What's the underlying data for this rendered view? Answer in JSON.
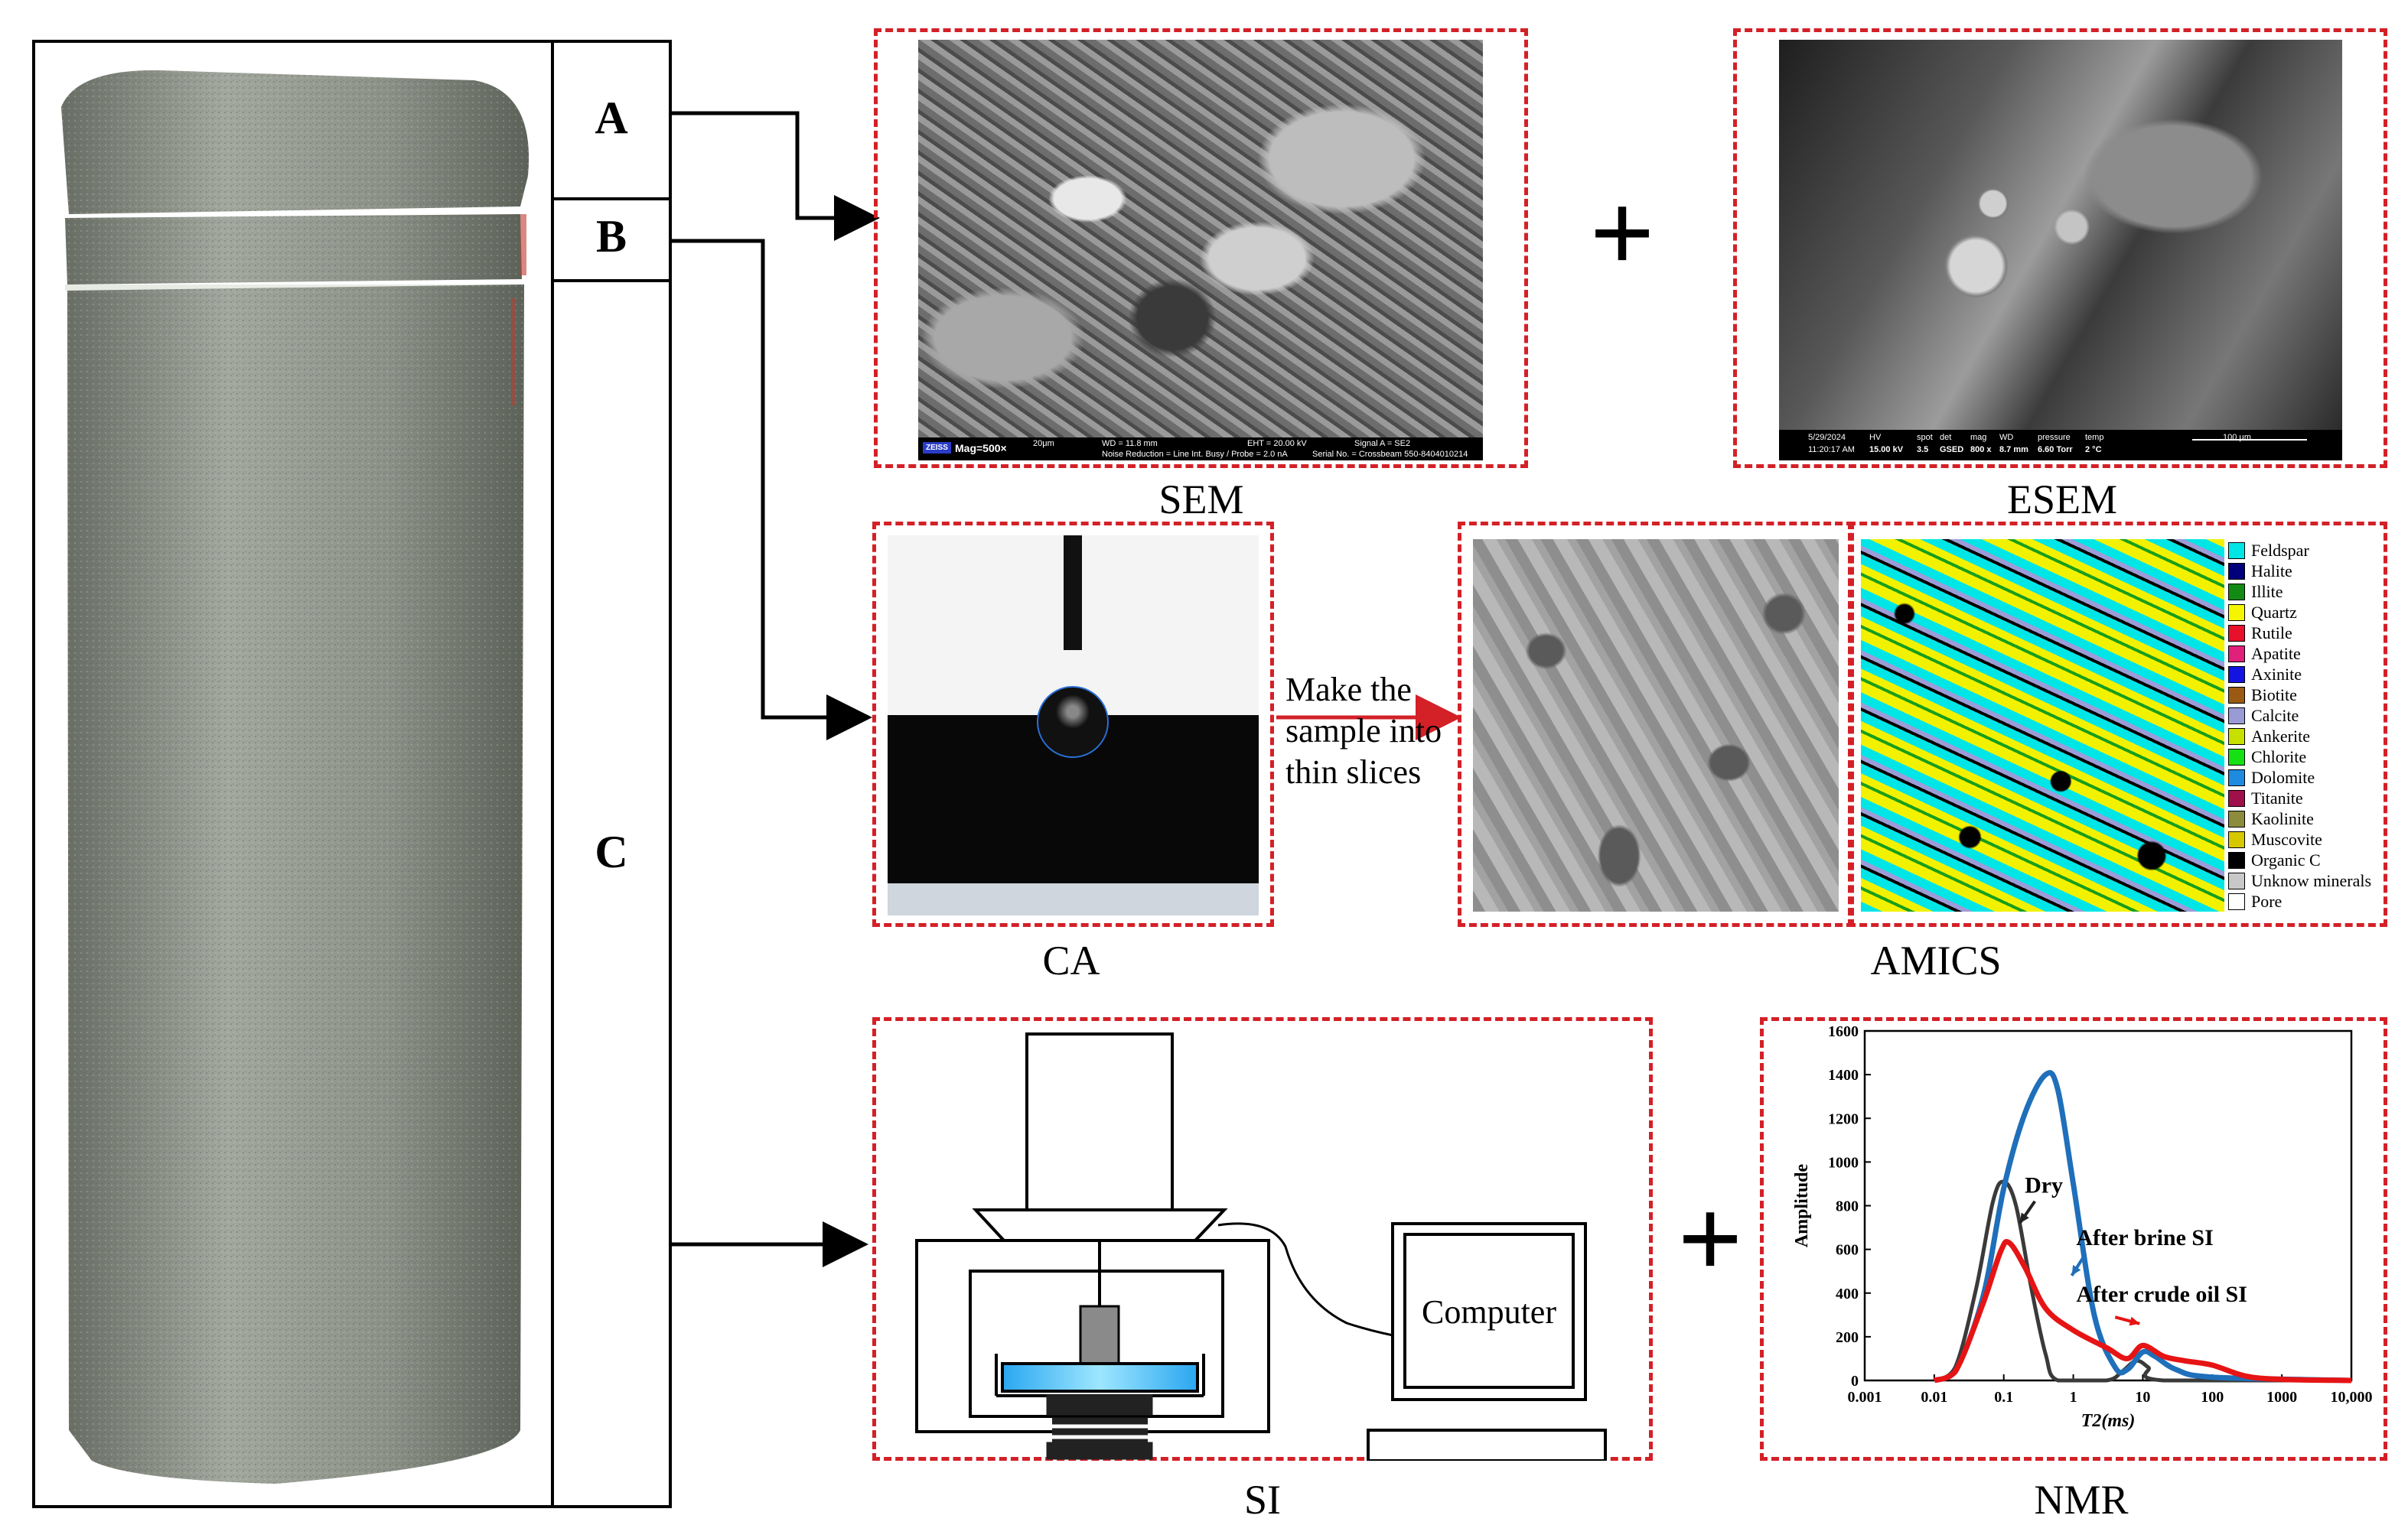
{
  "panels": {
    "part_a": "A",
    "part_b": "B",
    "part_c": "C"
  },
  "labels": {
    "sem": "SEM",
    "esem": "ESEM",
    "ca": "CA",
    "amics": "AMICS",
    "si": "SI",
    "nmr": "NMR",
    "plus": "+"
  },
  "slice_note": [
    "Make the",
    "sample into",
    "thin slices"
  ],
  "sem_bar": {
    "brand": "ZEISS",
    "mag": "Mag=500×",
    "scale": "20μm",
    "wd": "WD = 11.8 mm",
    "nr": "Noise Reduction = Line Int. Busy / Probe = 2.0 nA",
    "eht": "EHT = 20.00 kV",
    "signal": "Signal A = SE2",
    "serial": "Serial No. = Crossbeam 550-8404010214"
  },
  "esem_bar": {
    "date": "5/29/2024",
    "time": "11:20:17 AM",
    "hv": "15.00 kV",
    "spot": "3.5",
    "det": "GSED",
    "mag": "800 x",
    "wd": "8.7 mm",
    "pressure": "6.60 Torr",
    "temp": "2 °C",
    "scale": "100 μm",
    "h_hv": "HV",
    "h_spot": "spot",
    "h_det": "det",
    "h_mag": "mag",
    "h_wd": "WD",
    "h_pressure": "pressure",
    "h_temp": "temp"
  },
  "si_device": {
    "computer_label": "Computer"
  },
  "legend": [
    {
      "name": "Feldspar",
      "color": "#00e5e5"
    },
    {
      "name": "Halite",
      "color": "#00007a"
    },
    {
      "name": "Illite",
      "color": "#138a13"
    },
    {
      "name": "Quartz",
      "color": "#f5f500"
    },
    {
      "name": "Rutile",
      "color": "#e8102a"
    },
    {
      "name": "Apatite",
      "color": "#e0207a"
    },
    {
      "name": "Axinite",
      "color": "#1414e0"
    },
    {
      "name": "Biotite",
      "color": "#9a5a14"
    },
    {
      "name": "Calcite",
      "color": "#9a9ad6"
    },
    {
      "name": "Ankerite",
      "color": "#c8e000"
    },
    {
      "name": "Chlorite",
      "color": "#14e014"
    },
    {
      "name": "Dolomite",
      "color": "#1e8ae0"
    },
    {
      "name": "Titanite",
      "color": "#a0104a"
    },
    {
      "name": "Kaolinite",
      "color": "#8c8c3c"
    },
    {
      "name": "Muscovite",
      "color": "#d6c800"
    },
    {
      "name": "Organic C",
      "color": "#000000"
    },
    {
      "name": "Unknow minerals",
      "color": "#c8c8c8"
    },
    {
      "name": "Pore",
      "color": "#ffffff"
    }
  ],
  "chart_data": {
    "type": "line",
    "xlabel": "T2(ms)",
    "ylabel": "Amplitude",
    "xscale": "log",
    "xlim": [
      0.001,
      10000
    ],
    "ylim": [
      0,
      1600
    ],
    "xticks": [
      "0.001",
      "0.01",
      "0.1",
      "1",
      "10",
      "100",
      "1000",
      "10,000"
    ],
    "yticks": [
      "0",
      "200",
      "400",
      "600",
      "800",
      "1000",
      "1200",
      "1400",
      "1600"
    ],
    "series": [
      {
        "name": "Dry",
        "color": "#3a3a3a",
        "points": [
          [
            0.01,
            0
          ],
          [
            0.02,
            60
          ],
          [
            0.04,
            420
          ],
          [
            0.07,
            820
          ],
          [
            0.1,
            910
          ],
          [
            0.15,
            800
          ],
          [
            0.25,
            420
          ],
          [
            0.4,
            120
          ],
          [
            0.6,
            0
          ],
          [
            3,
            0
          ],
          [
            5,
            40
          ],
          [
            8,
            90
          ],
          [
            12,
            60
          ],
          [
            20,
            0
          ],
          [
            10000,
            0
          ]
        ]
      },
      {
        "name": "After brine SI",
        "color": "#1f6fba",
        "points": [
          [
            0.01,
            0
          ],
          [
            0.02,
            40
          ],
          [
            0.05,
            380
          ],
          [
            0.1,
            880
          ],
          [
            0.2,
            1220
          ],
          [
            0.4,
            1400
          ],
          [
            0.6,
            1330
          ],
          [
            1,
            900
          ],
          [
            2,
            300
          ],
          [
            4,
            60
          ],
          [
            6,
            50
          ],
          [
            10,
            130
          ],
          [
            15,
            110
          ],
          [
            30,
            50
          ],
          [
            100,
            15
          ],
          [
            10000,
            0
          ]
        ]
      },
      {
        "name": "After crude oil SI",
        "color": "#e61414",
        "points": [
          [
            0.01,
            0
          ],
          [
            0.02,
            40
          ],
          [
            0.05,
            350
          ],
          [
            0.09,
            590
          ],
          [
            0.12,
            630
          ],
          [
            0.2,
            520
          ],
          [
            0.4,
            330
          ],
          [
            1,
            230
          ],
          [
            3,
            150
          ],
          [
            6,
            100
          ],
          [
            10,
            160
          ],
          [
            20,
            110
          ],
          [
            40,
            90
          ],
          [
            100,
            70
          ],
          [
            300,
            20
          ],
          [
            1000,
            5
          ],
          [
            10000,
            0
          ]
        ]
      }
    ]
  },
  "chart_annotations": {
    "dry": "Dry",
    "brine": "After brine SI",
    "oil": "After crude oil SI"
  }
}
